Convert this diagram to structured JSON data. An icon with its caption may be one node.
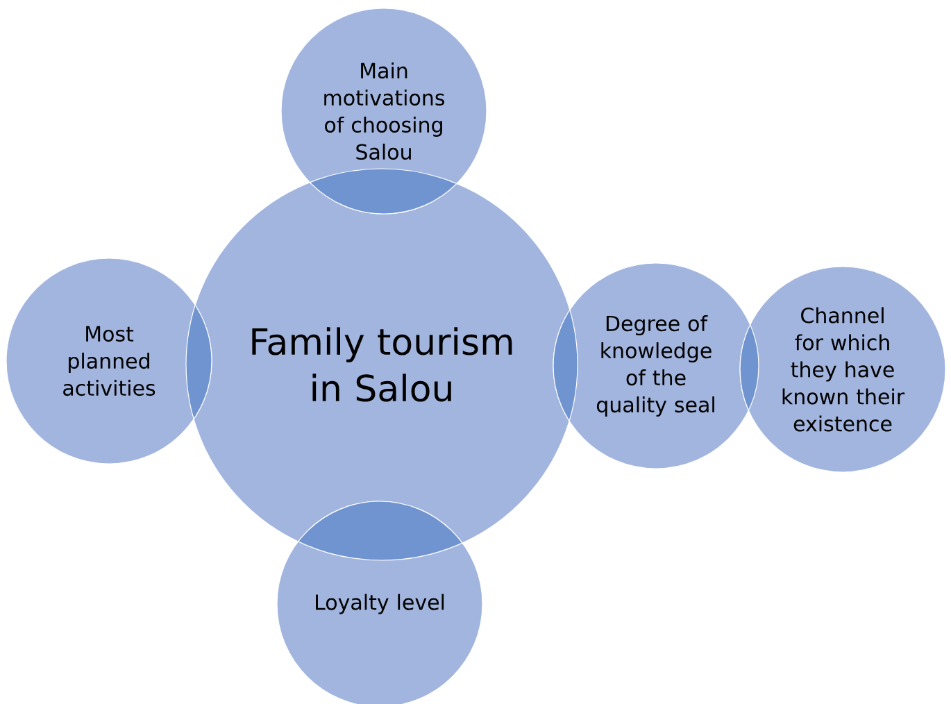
{
  "diagram": {
    "nodes": [
      {
        "text": [
          "Main motivations of choosing Salou"
        ]
      },
      {
        "text": [
          "Most planned activities"
        ]
      },
      {
        "text": [
          "Family tourism in Salou"
        ]
      },
      {
        "text": [
          "Degree of knowledge of the quality seal"
        ]
      },
      {
        "text": [
          "Channel for which they have known their existence"
        ]
      },
      {
        "text": [
          "Loyalty level"
        ]
      }
    ]
  }
}
